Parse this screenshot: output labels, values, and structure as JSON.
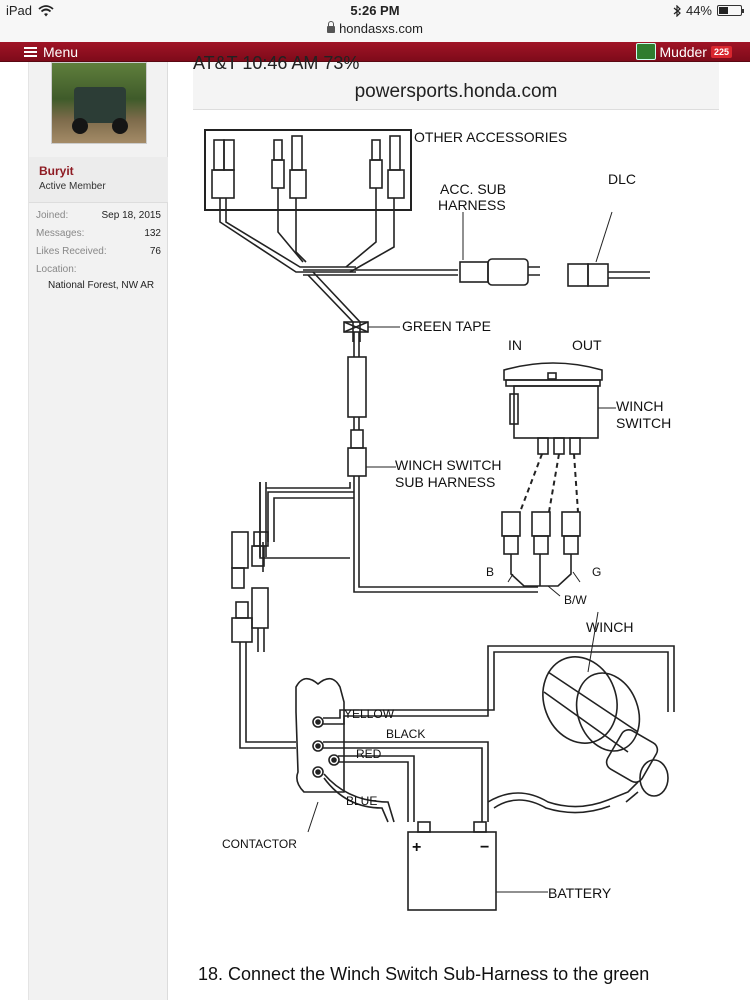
{
  "status_bar": {
    "device": "iPad",
    "time": "5:26 PM",
    "battery": "44%",
    "battery_level": 0.44
  },
  "browser": {
    "url": "hondasxs.com"
  },
  "navbar": {
    "menu_label": "Menu",
    "user_name": "Mudder",
    "notification_count": "225"
  },
  "sidebar": {
    "username": "Buryit",
    "user_title": "Active Member",
    "stats": [
      {
        "label": "Joined:",
        "value": "Sep 18, 2015"
      },
      {
        "label": "Messages:",
        "value": "132"
      },
      {
        "label": "Likes Received:",
        "value": "76"
      },
      {
        "label": "Location:",
        "value": ""
      }
    ],
    "location_value": "National Forest, NW AR"
  },
  "post": {
    "screenshot_status": "AT&T   10:46 AM   73%",
    "screenshot_url": "powersports.honda.com",
    "diagram": {
      "labels": {
        "other_accessories": "OTHER ACCESSORIES",
        "acc_sub_1": "ACC. SUB",
        "acc_sub_2": "HARNESS",
        "dlc": "DLC",
        "green_tape": "GREEN TAPE",
        "in": "IN",
        "out": "OUT",
        "winch_switch_1": "WINCH",
        "winch_switch_2": "SWITCH",
        "ws_sub_1": "WINCH SWITCH",
        "ws_sub_2": "SUB HARNESS",
        "b": "B",
        "g": "G",
        "bw": "B/W",
        "winch": "WINCH",
        "yellow": "YELLOW",
        "black": "BLACK",
        "red": "RED",
        "blue": "BLUE",
        "contactor": "CONTACTOR",
        "battery": "BATTERY",
        "plus": "+",
        "minus": "−"
      }
    },
    "step_text": "18.  Connect the Winch Switch Sub-Harness to the green"
  },
  "colors": {
    "forum_red": "#8e1324",
    "badge_red": "#d9262e",
    "username_red": "#8e1b23"
  }
}
